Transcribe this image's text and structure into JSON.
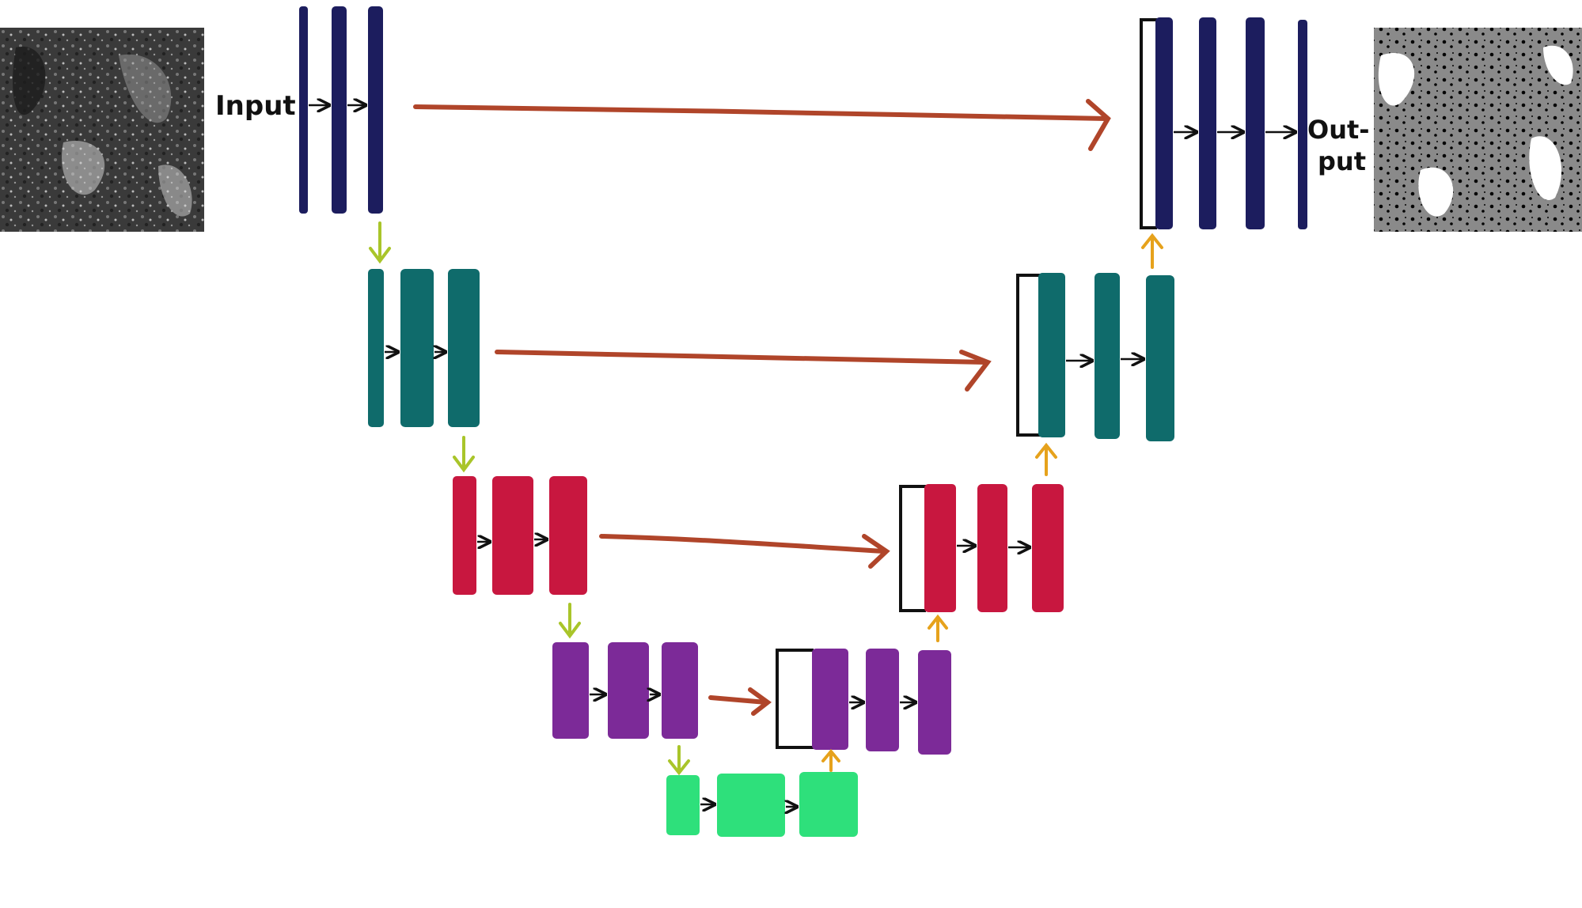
{
  "labels": {
    "input": "Input",
    "output_line1": "Out-",
    "output_line2": "put"
  },
  "colors": {
    "level1": "#1c1d5e",
    "level2": "#0f6b6b",
    "level3": "#c8173f",
    "level4": "#7c2a98",
    "bottleneck": "#2ee07b",
    "skip_arrow": "#b0452a",
    "down_arrow": "#a9c52a",
    "up_arrow": "#e6a21c",
    "inner_arrow": "#111111",
    "concat_bracket": "#111111"
  },
  "images": {
    "input_image": "grayscale-micrograph",
    "output_image": "segmentation-mask"
  }
}
